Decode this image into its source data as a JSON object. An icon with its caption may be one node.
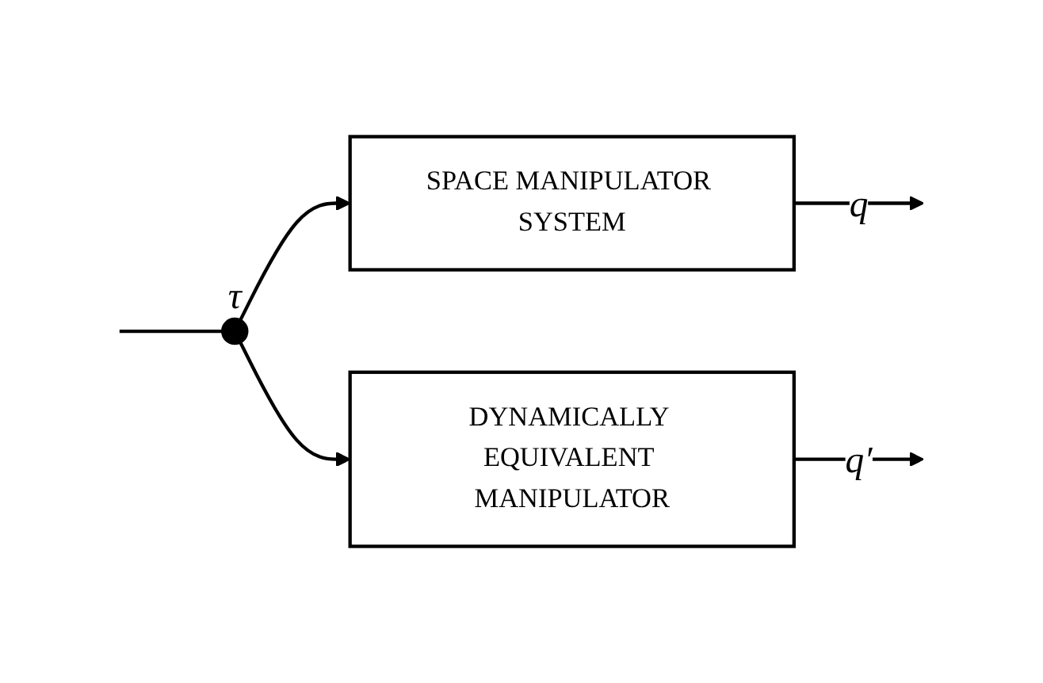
{
  "diagram": {
    "nodes": [
      {
        "text": [
          "SPACE MANIPULATOR SYSTEM"
        ]
      },
      {
        "text": [
          "DYNAMICALLY EQUIVALENT MANIPULATOR"
        ]
      },
      {
        "text": [],
        "shape": "circle",
        "beside": [
          "τ"
        ]
      }
    ],
    "edges": [
      {
        "from": null,
        "to": 2,
        "arrow": "none"
      },
      {
        "from": 2,
        "to": 0,
        "arrow": "to"
      },
      {
        "from": 2,
        "to": 1,
        "arrow": "to"
      },
      {
        "from": 0,
        "to": null,
        "arrow": "to",
        "label": "q"
      },
      {
        "from": 1,
        "to": null,
        "arrow": "to",
        "label": "q′"
      }
    ]
  }
}
